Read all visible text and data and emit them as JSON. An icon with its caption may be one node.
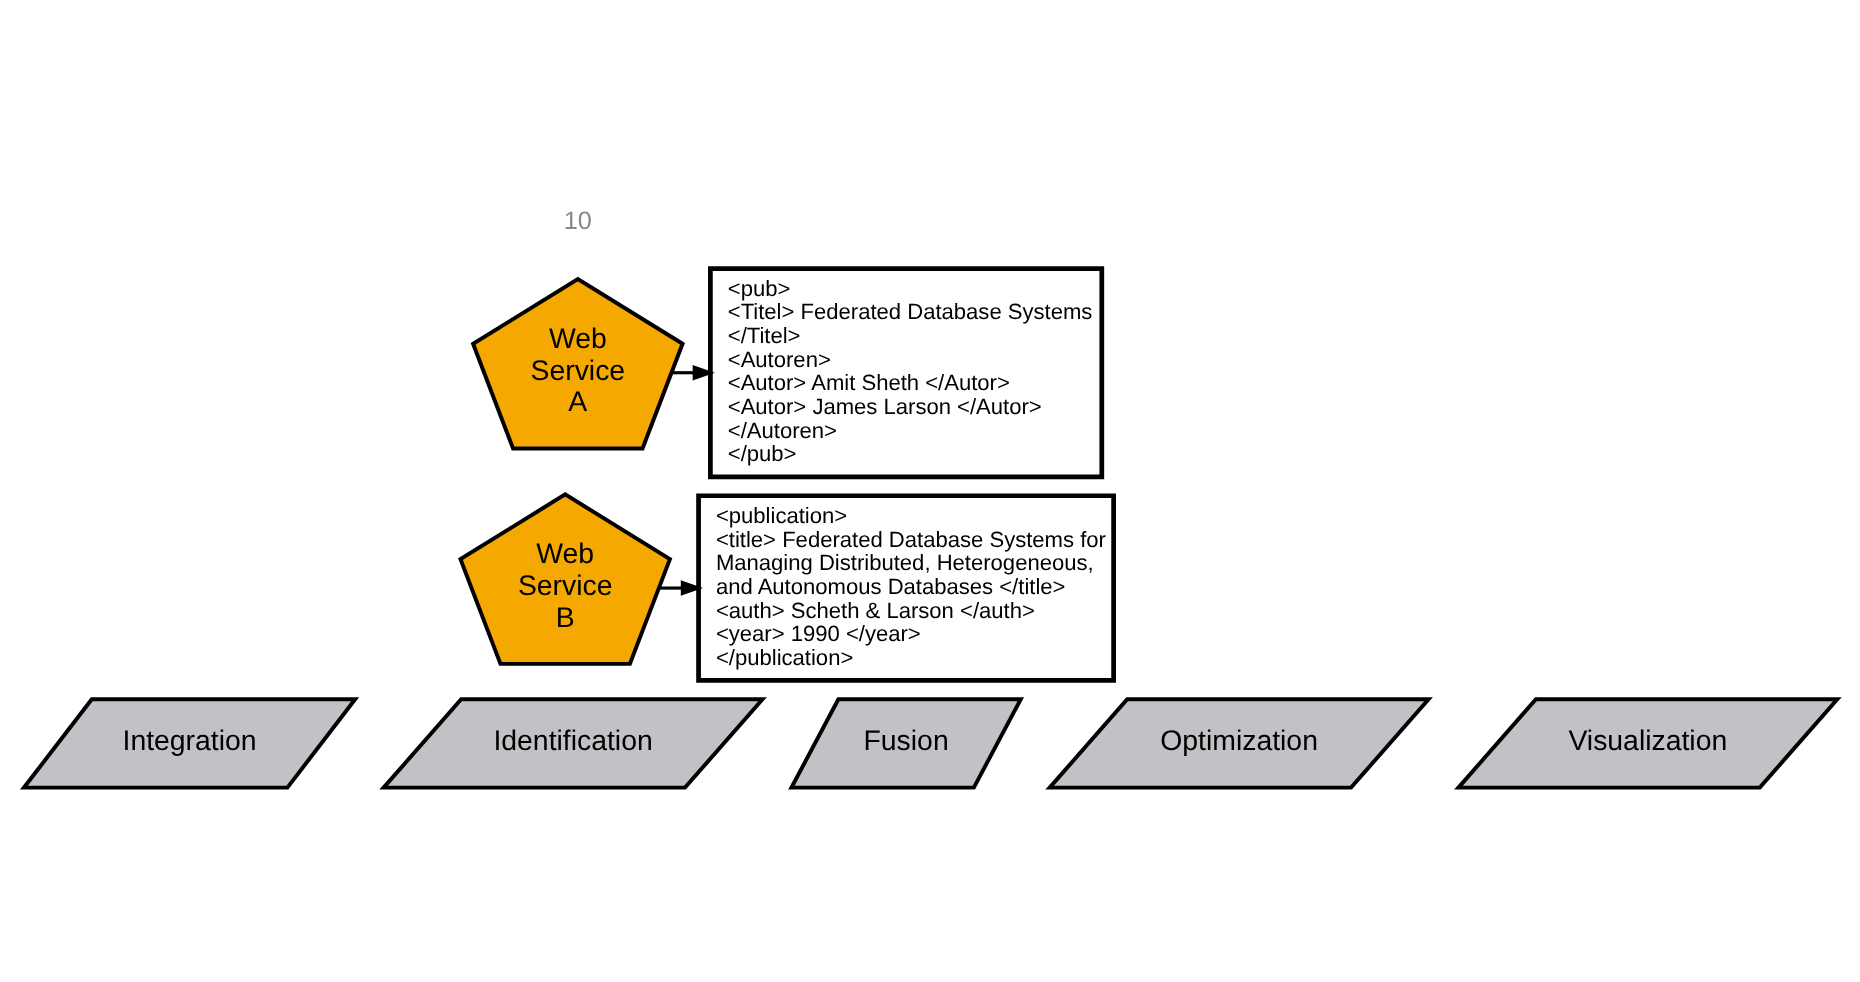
{
  "diagram": {
    "nodes": [
      {
        "text": [
          "Web Service A"
        ]
      },
      {
        "text": [
          "<pub>",
          "<Titel> Federated Database Systems </Titel>",
          "<Autoren>",
          "<Autor> Amit Sheth </Autor>",
          "<Autor> James Larson </Autor>",
          "</Autoren>",
          "</pub>"
        ]
      },
      {
        "text": [
          "Web Service B"
        ]
      },
      {
        "text": [
          "<publication>",
          "<title> Federated Database Systems for Managing Distributed, Heterogeneous, and Autonomous Databases </title>",
          "<auth> Scheth & Larson </auth>",
          "<year> 1990 </year>",
          "</publication>"
        ]
      },
      {
        "text": [
          "Integration"
        ]
      },
      {
        "text": [
          "Identification"
        ]
      },
      {
        "text": [
          "Fusion"
        ]
      },
      {
        "text": [
          "Optimization"
        ]
      },
      {
        "text": [
          "Visualization"
        ]
      }
    ],
    "edges": [
      {
        "from": 0,
        "to": 1,
        "arrow": "to"
      },
      {
        "from": 2,
        "to": 3,
        "arrow": "to"
      }
    ],
    "labels": [
      "10"
    ]
  }
}
